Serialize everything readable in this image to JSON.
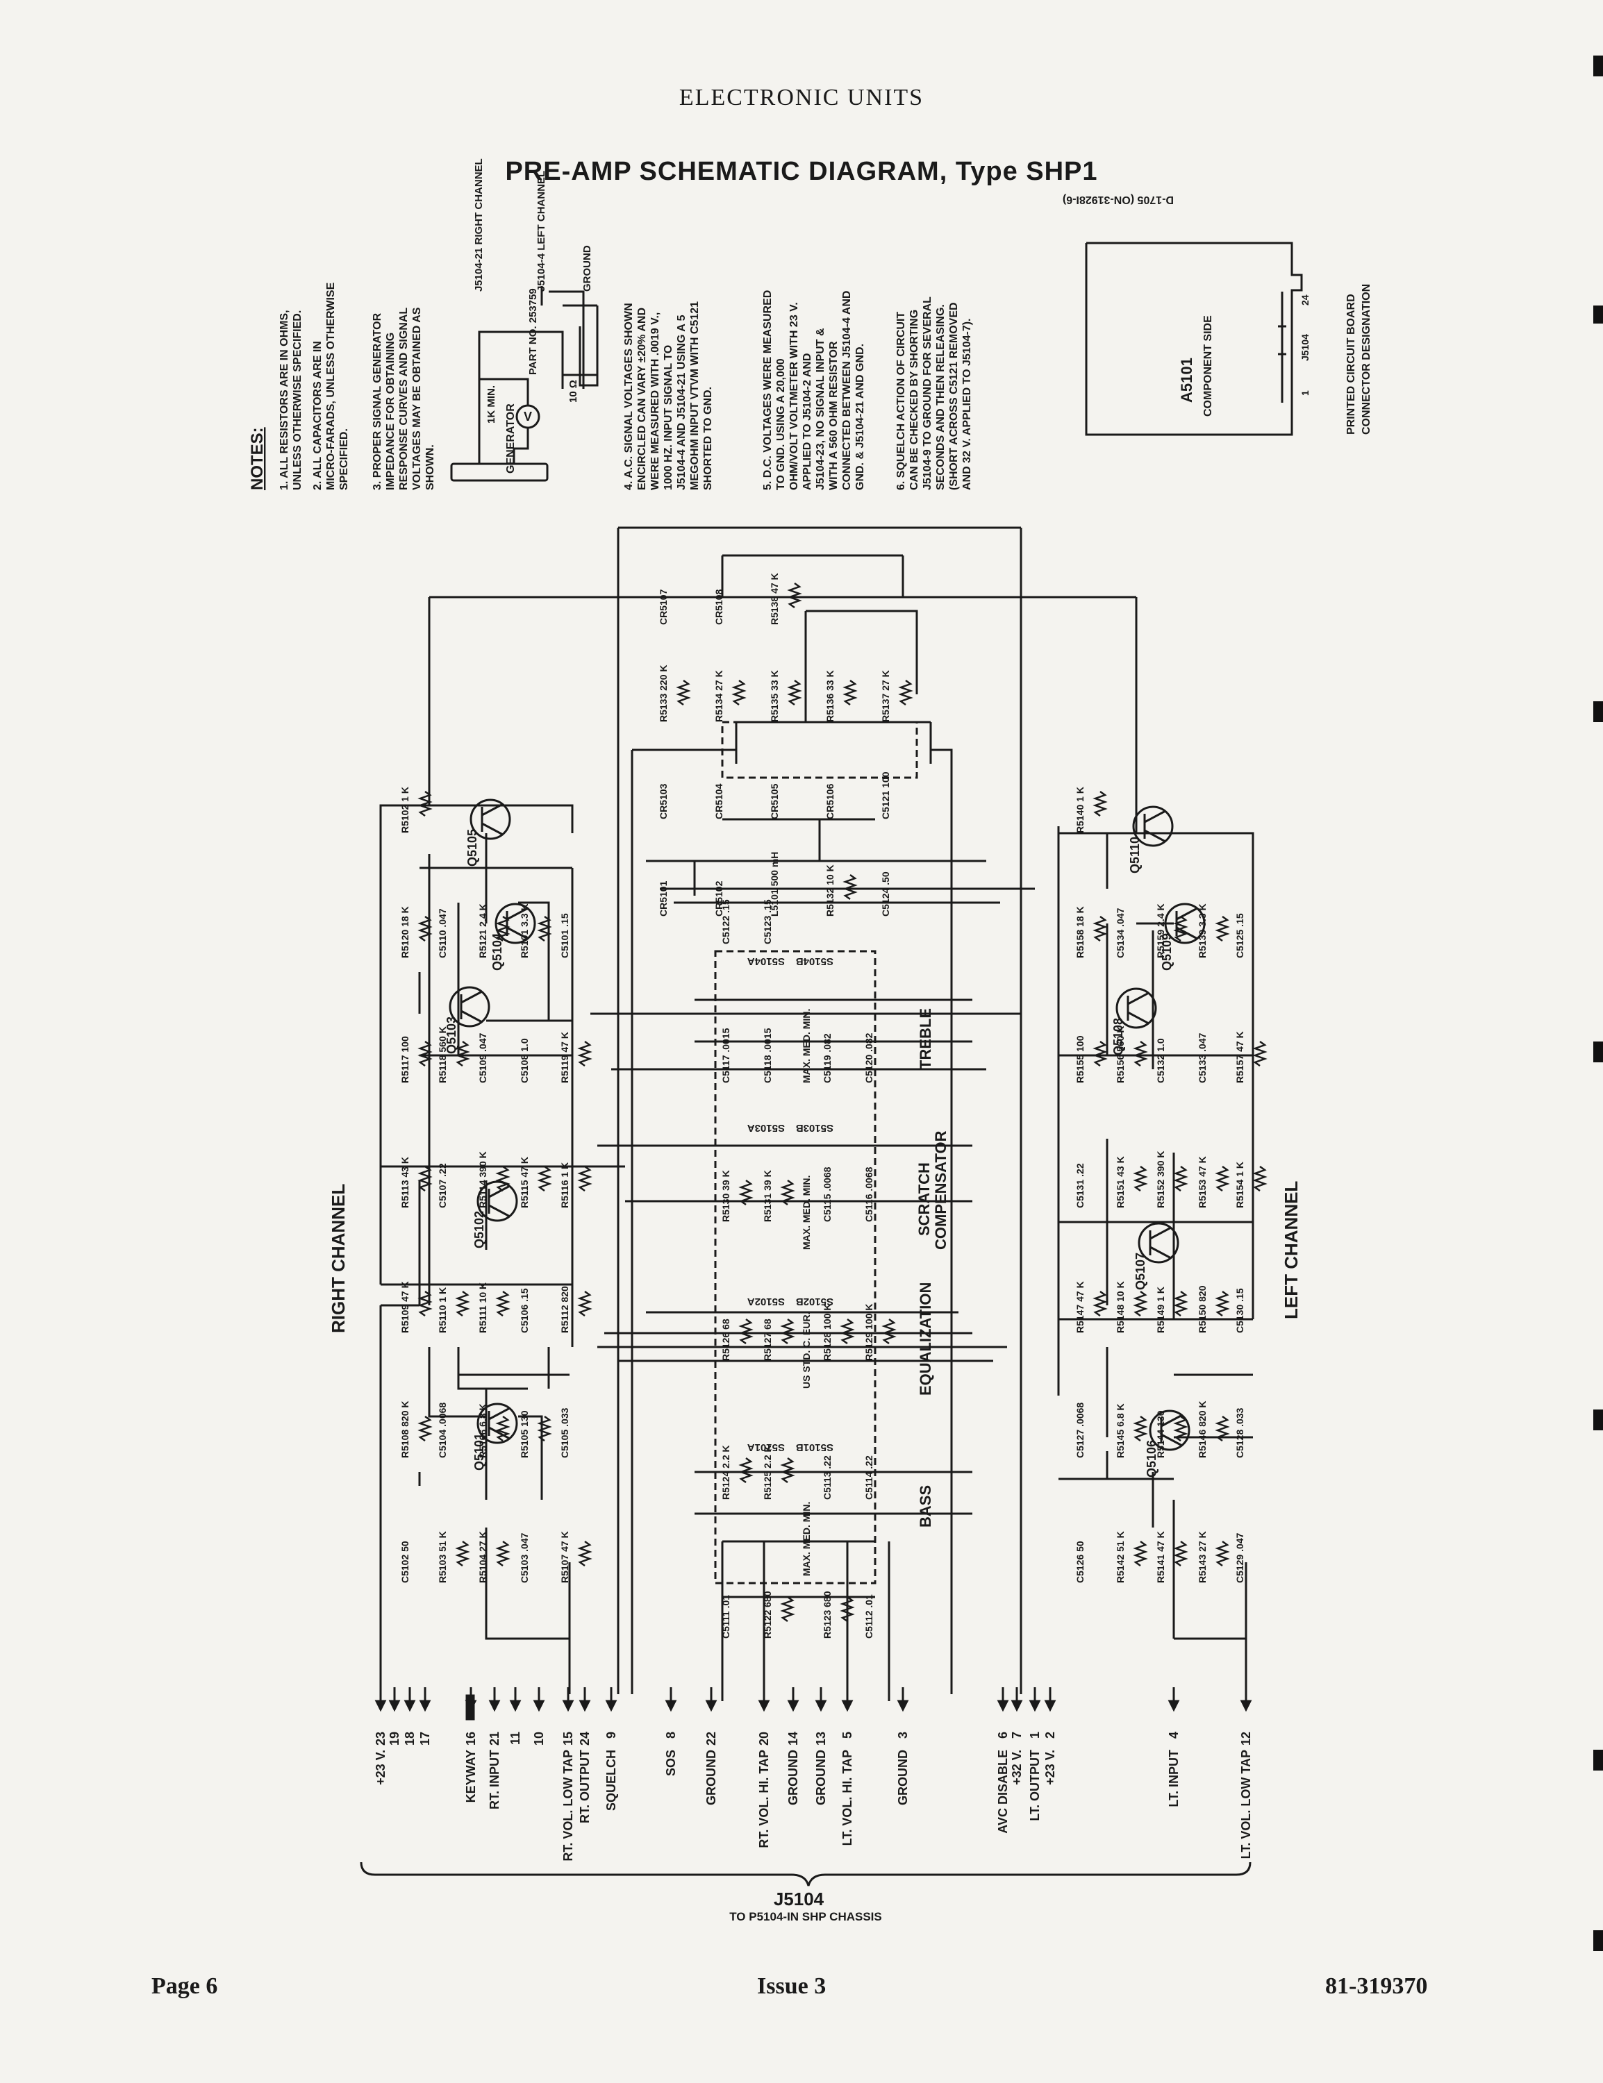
{
  "page": {
    "running_header": "ELECTRONIC UNITS",
    "title": "PRE-AMP SCHEMATIC DIAGRAM, Type SHP1",
    "sheet_code": "D-1705 (ON-31928I-6)",
    "footer": {
      "page": "Page 6",
      "issue": "Issue 3",
      "doc_number": "81-319370"
    }
  },
  "notes": {
    "heading": "NOTES:",
    "items": [
      "1. ALL RESISTORS ARE IN OHMS, UNLESS OTHERWISE SPECIFIED.",
      "2. ALL CAPACITORS ARE IN MICRO-FARADS, UNLESS OTHERWISE SPECIFIED.",
      "3. PROPER SIGNAL GENERATOR IMPEDANCE FOR OBTAINING RESPONSE CURVES AND SIGNAL VOLTAGES MAY BE OBTAINED AS SHOWN.",
      "4. A.C. SIGNAL VOLTAGES SHOWN ENCIRCLED CAN VARY ±20% AND WERE MEASURED WITH .0019 V., 1000 HZ. INPUT SIGNAL TO J5104-4 AND J5104-21 USING A 5 MEGOHM INPUT VTVM WITH C5121 SHORTED TO GND.",
      "5. D.C. VOLTAGES WERE MEASURED TO GND. USING A 20,000 OHM/VOLT VOLTMETER WITH 23 V. APPLIED TO J5104-2 AND J5104-23, NO SIGNAL INPUT & WITH A 560 OHM RESISTOR CONNECTED BETWEEN J5104-4 AND GND. & J5104-21 AND GND.",
      "6. SQUELCH ACTION OF CIRCUIT CAN BE CHECKED BY SHORTING J5104-9 TO GROUND FOR SEVERAL SECONDS AND THEN RELEASING. (SHORT ACROSS C5121 REMOVED AND 32 V. APPLIED TO J5104-7)."
    ],
    "generator_box": {
      "generator": "GENERATOR",
      "resistor": "1K MIN.",
      "meter": "V",
      "part_no": "PART NO. 253759",
      "resistor2": "10 Ω",
      "right_channel": "J5104-21 RIGHT CHANNEL",
      "left_channel": "J5104-4 LEFT CHANNEL",
      "ground": "GROUND"
    }
  },
  "board_box": {
    "board": "A5101",
    "side": "COMPONENT SIDE",
    "connector": "J5104",
    "pin1": "1",
    "pin24": "24",
    "caption": "PRINTED CIRCUIT BOARD CONNECTOR DESIGNATION"
  },
  "channels": {
    "right": "RIGHT CHANNEL",
    "left": "LEFT CHANNEL"
  },
  "switch_labels": {
    "treble": "TREBLE",
    "scratch": "SCRATCH COMPENSATOR",
    "equalization": "EQUALIZATION",
    "bass": "BASS",
    "positions_3": "MAX. MED. MIN.",
    "positions_eq": "US STD. C. EUR."
  },
  "connector": {
    "name": "J5104",
    "caption": "TO P5104-IN SHP CHASSIS"
  },
  "pins": [
    {
      "label": "+23 V.",
      "num": "23"
    },
    {
      "label": "",
      "num": "19"
    },
    {
      "label": "",
      "num": "18"
    },
    {
      "label": "",
      "num": "17"
    },
    {
      "label": "KEYWAY",
      "num": "16"
    },
    {
      "label": "RT. INPUT",
      "num": "21"
    },
    {
      "label": "",
      "num": "11"
    },
    {
      "label": "",
      "num": "10"
    },
    {
      "label": "RT. VOL. LOW TAP",
      "num": "15"
    },
    {
      "label": "RT. OUTPUT",
      "num": "24"
    },
    {
      "label": "SQUELCH",
      "num": "9"
    },
    {
      "label": "SOS",
      "num": "8"
    },
    {
      "label": "GROUND",
      "num": "22"
    },
    {
      "label": "RT. VOL. HI. TAP",
      "num": "20"
    },
    {
      "label": "GROUND",
      "num": "14"
    },
    {
      "label": "GROUND",
      "num": "13"
    },
    {
      "label": "LT. VOL. HI. TAP",
      "num": "5"
    },
    {
      "label": "GROUND",
      "num": "3"
    },
    {
      "label": "AVC DISABLE",
      "num": "6"
    },
    {
      "label": "+32 V.",
      "num": "7"
    },
    {
      "label": "LT. OUTPUT",
      "num": "1"
    },
    {
      "label": "+23 V.",
      "num": "2"
    },
    {
      "label": "LT. INPUT",
      "num": "4"
    },
    {
      "label": "LT. VOL. LOW TAP",
      "num": "12"
    }
  ],
  "transistors": [
    "Q5101",
    "Q5102",
    "Q5103",
    "Q5104",
    "Q5105",
    "Q5106",
    "Q5107",
    "Q5108",
    "Q5109",
    "Q5110"
  ],
  "parts": [
    "C5102 50",
    "R5103 51 K",
    "R5104 27 K",
    "C5103 .047",
    "R5107 47 K",
    "R5108 820 K",
    "C5104 .0068",
    "R5106 6.8 K",
    "R5105 130",
    "C5105 .033",
    "R5109 47 K",
    "R5110 1 K",
    "R5111 10 K",
    "C5106 .15",
    "R5112 820",
    "R5113 43 K",
    "C5107 .22",
    "R5114 390 K",
    "R5115 47 K",
    "R5116 1 K",
    "R5117 100",
    "R5118 560 K",
    "C5109 .047",
    "C5108 1.0",
    "R5119 47 K",
    "R5120 18 K",
    "C5110 .047",
    "R5121 2.4 K",
    "R5101 3.3 K",
    "C5101 .15",
    "R5102 1 K",
    "C5126 50",
    "R5142 51 K",
    "R5141 47 K",
    "R5143 27 K",
    "C5129 .047",
    "C5127 .0068",
    "R5145 6.8 K",
    "R5144 130",
    "R5146 820 K",
    "C5128 .033",
    "R5147 47 K",
    "R5148 10 K",
    "R5149 1 K",
    "R5150 820",
    "C5130 .15",
    "C5131 .22",
    "R5151 43 K",
    "R5152 390 K",
    "R5153 47 K",
    "R5154 1 K",
    "R5155 100",
    "R5156 560 K",
    "C5132 1.0",
    "C5133 .047",
    "R5157 47 K",
    "R5158 18 K",
    "C5134 .047",
    "R5159 2.4 K",
    "R5139 3.3 K",
    "C5125 .15",
    "R5140 1 K",
    "C5111 .01",
    "R5122 680",
    "R5123 680",
    "C5112 .01",
    "R5124 2.2 K",
    "R5125 2.2 K",
    "C5113 .22",
    "C5114 .22",
    "R5126 68",
    "R5127 68",
    "R5128 100 K",
    "R5129 100 K",
    "R5130 39 K",
    "R5131 39 K",
    "C5115 .0068",
    "C5116 .0068",
    "C5117 .0015",
    "C5118 .0015",
    "C5119 .082",
    "C5120 .082",
    "C5122 .15",
    "C5123 .15",
    "CR5101",
    "CR5102",
    "L5101 500 mH",
    "R5132 10 K",
    "C5124 .50",
    "CR5103",
    "CR5104",
    "CR5105",
    "CR5106",
    "C5121 100",
    "R5133 220 K",
    "R5134 27 K",
    "R5135 33 K",
    "R5136 33 K",
    "R5137 27 K",
    "CR5107",
    "CR5108",
    "R5138 47 K"
  ],
  "switch_sections": [
    "S5101A",
    "S5101B",
    "S5102A",
    "S5102B",
    "S5103A",
    "S5103B",
    "S5104A",
    "S5104B"
  ]
}
